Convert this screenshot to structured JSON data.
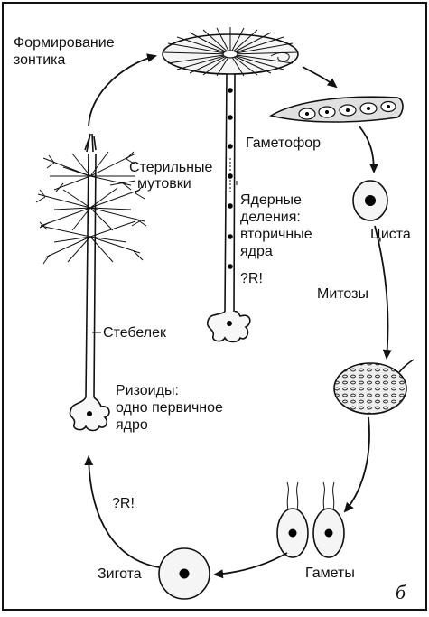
{
  "labels": {
    "umbrella_formation": [
      "Формирование",
      "зонтика"
    ],
    "gametophore": "Гаметофор",
    "sterile_whorls": [
      "Стерильные",
      "мутовки"
    ],
    "nuclear_divisions": [
      "Ядерные",
      "деления:",
      "вторичные",
      "ядра"
    ],
    "r_top": "?R!",
    "cyst": "Циста",
    "mitoses": "Митозы",
    "stalk": "Стебелек",
    "rhizoids": [
      "Ризоиды:",
      "одно первичное",
      "ядро"
    ],
    "r_left": "?R!",
    "zygote": "Зигота",
    "gametes": "Гаметы",
    "panel_letter": "б"
  },
  "colors": {
    "ink": "#111111",
    "fill_light": "#f2f2f2",
    "fill_mid": "#d9d9d9",
    "nucleus": "#000000"
  }
}
